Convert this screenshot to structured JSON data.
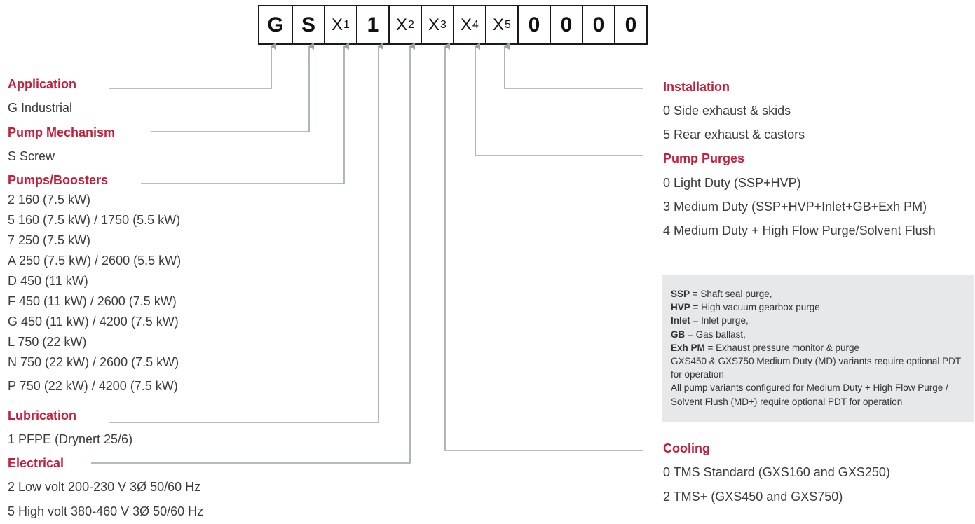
{
  "code": [
    {
      "text": "G",
      "var": false
    },
    {
      "text": "S",
      "var": false
    },
    {
      "text": "X",
      "sub": "1",
      "var": true
    },
    {
      "text": "1",
      "var": false
    },
    {
      "text": "X",
      "sub": "2",
      "var": true
    },
    {
      "text": "X",
      "sub": "3",
      "var": true
    },
    {
      "text": "X",
      "sub": "4",
      "var": true
    },
    {
      "text": "X",
      "sub": "5",
      "var": true
    },
    {
      "text": "0",
      "var": false
    },
    {
      "text": "0",
      "var": false
    },
    {
      "text": "0",
      "var": false
    },
    {
      "text": "0",
      "var": false
    }
  ],
  "left": {
    "application": {
      "title": "Application",
      "options": [
        "G Industrial"
      ]
    },
    "pump_mechanism": {
      "title": "Pump Mechanism",
      "options": [
        "S  Screw"
      ]
    },
    "pumps_boosters": {
      "title": "Pumps/Boosters",
      "options": [
        "2  160 (7.5 kW)",
        "5  160 (7.5 kW) / 1750 (5.5 kW)",
        "7  250 (7.5 kW)",
        "A  250 (7.5 kW) / 2600 (5.5 kW)",
        "D  450 (11 kW)",
        "F  450 (11 kW) / 2600 (7.5 kW)",
        "G  450 (11 kW) / 4200 (7.5 kW)",
        "L  750 (22 kW)",
        "N  750 (22 kW) / 2600 (7.5 kW)",
        "P  750 (22 kW) / 4200 (7.5 kW)"
      ]
    },
    "lubrication": {
      "title": "Lubrication",
      "options": [
        "1  PFPE (Drynert 25/6)"
      ]
    },
    "electrical": {
      "title": "Electrical",
      "options": [
        "2  Low volt 200-230 V 3Ø 50/60 Hz",
        "5  High volt 380-460 V 3Ø 50/60 Hz"
      ]
    }
  },
  "right": {
    "installation": {
      "title": "Installation",
      "options": [
        "0  Side exhaust & skids",
        "5  Rear exhaust & castors"
      ]
    },
    "pump_purges": {
      "title": "Pump Purges",
      "options": [
        "0  Light Duty (SSP+HVP)",
        "3  Medium Duty (SSP+HVP+Inlet+GB+Exh PM)",
        "4  Medium Duty + High Flow Purge/Solvent Flush"
      ]
    },
    "cooling": {
      "title": "Cooling",
      "options": [
        "0 TMS Standard (GXS160 and GXS250)",
        "2 TMS+ (GXS450 and GXS750)"
      ]
    }
  },
  "note": {
    "lines": [
      {
        "key": "SSP",
        "text": " = Shaft seal purge,"
      },
      {
        "key": "HVP",
        "text": " = High vacuum gearbox purge"
      },
      {
        "key": "Inlet",
        "text": " = Inlet purge,"
      },
      {
        "key": "GB",
        "text": " = Gas ballast,"
      },
      {
        "key": "Exh PM",
        "text": " = Exhaust pressure monitor & purge"
      },
      {
        "key": "",
        "text": "GXS450 & GXS750 Medium Duty (MD) variants require optional PDT for operation"
      },
      {
        "key": "",
        "text": "All pump variants configured for Medium Duty + High Flow Purge / Solvent Flush (MD+) require optional PDT for operation"
      }
    ]
  },
  "colors": {
    "heading": "#c41e3a",
    "text": "#3c3c3c",
    "connector": "#9aa5ab",
    "note_bg": "#e7e8e9"
  }
}
